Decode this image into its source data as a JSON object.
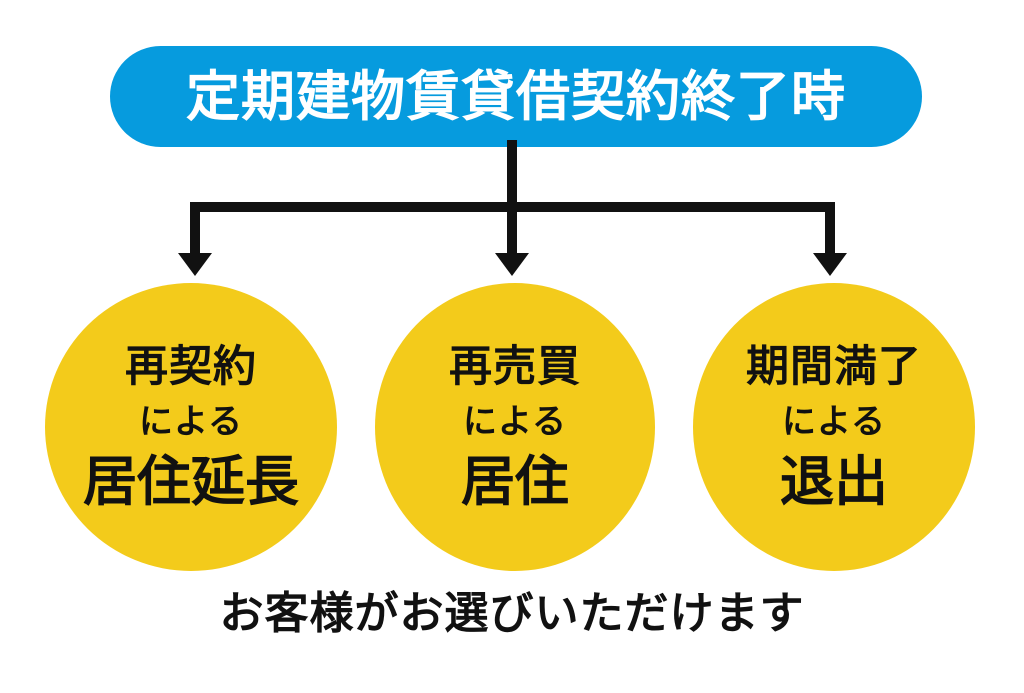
{
  "diagram": {
    "title": "定期建物賃貸借契約終了時",
    "caption": "お客様がお選びいただけます",
    "colors": {
      "header_blue": "#069BDE",
      "circle_yellow": "#F3CB1B",
      "text_dark": "#111111",
      "text_light": "#FFFFFF",
      "connector_black": "#111111",
      "background": "#FFFFFF"
    },
    "header": {
      "label": "定期建物賃貸借契約終了時"
    },
    "options": [
      {
        "line1": "再契約",
        "line2": "による",
        "line3": "居住延長"
      },
      {
        "line1": "再売買",
        "line2": "による",
        "line3": "居住"
      },
      {
        "line1": "期間満了",
        "line2": "による",
        "line3": "退出"
      }
    ]
  }
}
